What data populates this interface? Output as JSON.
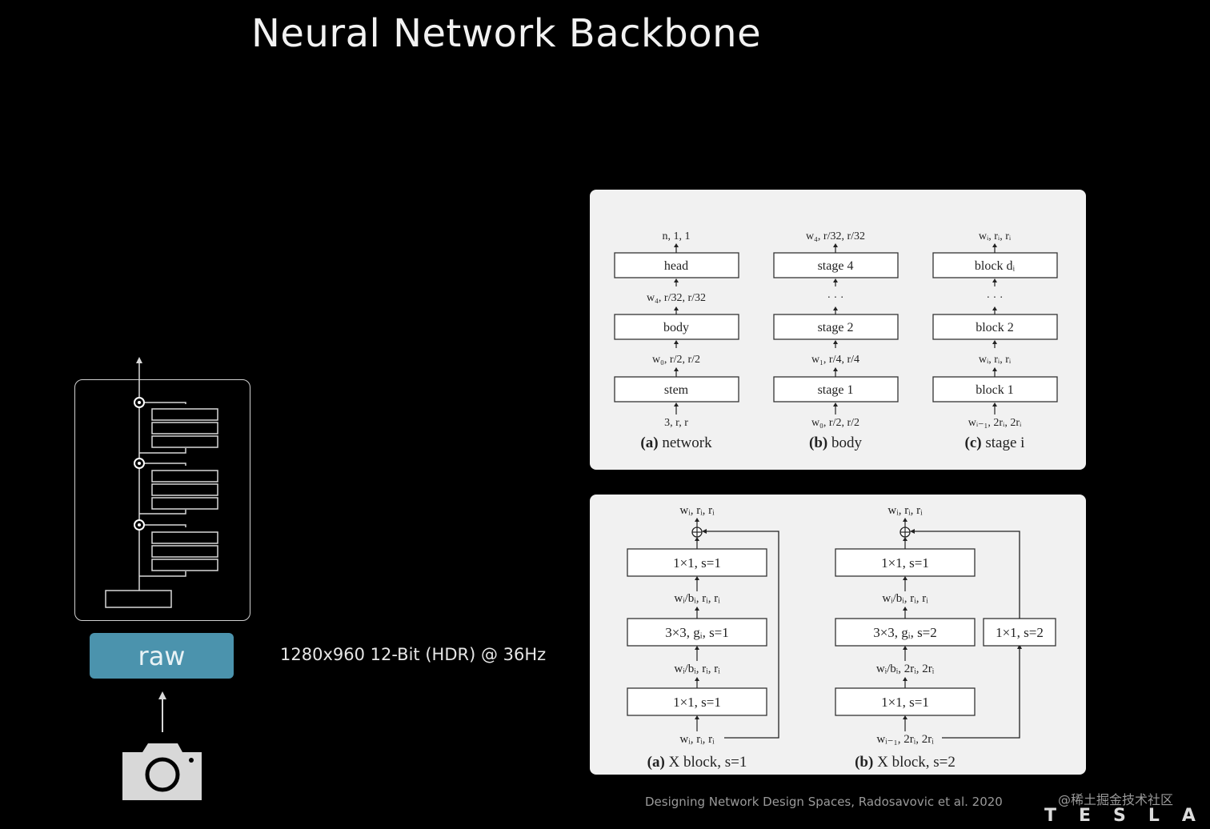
{
  "title": "Neural Network Backbone",
  "raw_label": "raw",
  "camera_spec": "1280x960 12-Bit (HDR) @ 36Hz",
  "citation": "Designing Network Design Spaces, Radosavovic et al. 2020",
  "watermark": "@稀土掘金技术社区",
  "brand": "TESLA",
  "icons": {
    "camera": "camera-icon",
    "arrow": "arrow-up-icon"
  },
  "top_panel": {
    "network": {
      "caption_bold": "(a)",
      "caption": "network",
      "blocks": [
        "head",
        "body",
        "stem"
      ],
      "labels": [
        "n, 1, 1",
        "w₄, r/32, r/32",
        "w₀, r/2, r/2",
        "3, r, r"
      ]
    },
    "body": {
      "caption_bold": "(b)",
      "caption": "body",
      "blocks": [
        "stage 4",
        "stage 2",
        "stage 1"
      ],
      "labels": [
        "w₄, r/32, r/32",
        "· · ·",
        "w₁, r/4, r/4",
        "w₀, r/2, r/2"
      ]
    },
    "stage": {
      "caption_bold": "(c)",
      "caption": "stage i",
      "blocks": [
        "block dᵢ",
        "block 2",
        "block 1"
      ],
      "labels": [
        "wᵢ, rᵢ, rᵢ",
        "· · ·",
        "wᵢ, rᵢ, rᵢ",
        "wᵢ₋₁, 2rᵢ, 2rᵢ"
      ]
    }
  },
  "bottom_panel": {
    "xblock1": {
      "caption_bold": "(a)",
      "caption": "X block, s=1",
      "blocks": [
        "1×1, s=1",
        "3×3, gᵢ, s=1",
        "1×1, s=1"
      ],
      "labels": [
        "wᵢ, rᵢ, rᵢ",
        "wᵢ/bᵢ, rᵢ, rᵢ",
        "wᵢ/bᵢ, rᵢ, rᵢ",
        "wᵢ, rᵢ, rᵢ"
      ]
    },
    "xblock2": {
      "caption_bold": "(b)",
      "caption": "X block, s=2",
      "blocks": [
        "1×1, s=1",
        "3×3, gᵢ, s=2",
        "1×1, s=1"
      ],
      "side_block": "1×1, s=2",
      "labels": [
        "wᵢ, rᵢ, rᵢ",
        "wᵢ/bᵢ, rᵢ, rᵢ",
        "wᵢ/bᵢ, 2rᵢ, 2rᵢ",
        "wᵢ₋₁, 2rᵢ, 2rᵢ"
      ]
    }
  }
}
